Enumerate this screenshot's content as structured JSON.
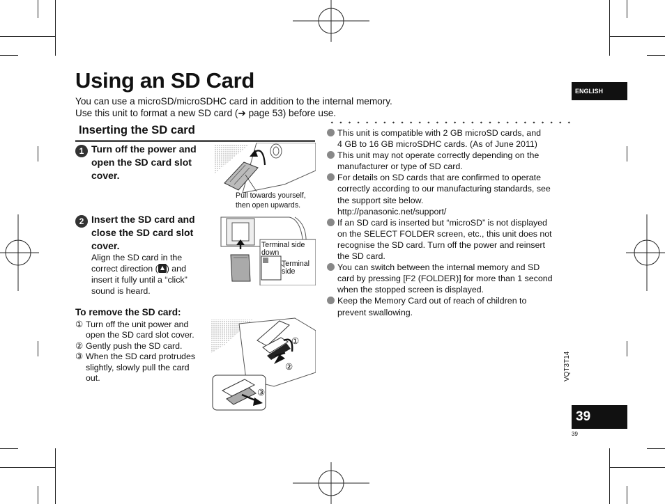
{
  "title": "Using an SD Card",
  "intro": [
    "You can use a microSD/microSDHC card in addition to the internal memory.",
    "Use this unit to format a new SD card (➔ page 53) before use."
  ],
  "section": {
    "title": "Inserting the SD card"
  },
  "step1": {
    "badge": "1",
    "heading": [
      "Turn off the power and",
      "open the SD card slot",
      "cover."
    ],
    "caption": [
      "Pull towards yourself,",
      "then open upwards."
    ]
  },
  "step2": {
    "badge": "2",
    "heading": [
      "Insert the SD card and",
      "close the SD card slot",
      "cover."
    ],
    "body": [
      "Align the SD card in the",
      "correct direction (",
      ") and",
      "insert it fully until a “click”",
      "sound is heard."
    ],
    "callout_top": [
      "Terminal side",
      "down"
    ],
    "callout_side": [
      "Terminal",
      "side"
    ]
  },
  "remove": {
    "heading": "To remove the SD card:",
    "items": [
      {
        "num": "①",
        "lines": [
          "Turn off the unit power and",
          "open the SD card slot cover."
        ]
      },
      {
        "num": "②",
        "lines": [
          "Gently push the SD card."
        ]
      },
      {
        "num": "③",
        "lines": [
          "When the SD card protrudes",
          "slightly, slowly pull the card",
          "out."
        ]
      }
    ],
    "markers": [
      "①",
      "②",
      "③"
    ]
  },
  "notes": [
    [
      "This unit is compatible with 2 GB microSD cards, and",
      "4 GB to 16 GB microSDHC cards. (As of June 2011)"
    ],
    [
      "This unit may not operate correctly depending on the",
      "manufacturer or type of SD card."
    ],
    [
      "For details on SD cards that are confirmed to operate",
      "correctly according to our manufacturing standards, see",
      "the support site below.",
      "http://panasonic.net/support/"
    ],
    [
      "If an SD card is inserted but “microSD” is not displayed",
      "on the SELECT FOLDER screen, etc., this unit does not",
      "recognise the SD card. Turn off the power and reinsert",
      "the SD card."
    ],
    [
      "You can switch between the internal memory and SD",
      "card by pressing [F2 (FOLDER)] for more than 1 second",
      "when the stopped screen is displayed."
    ],
    [
      "Keep the Memory Card out of reach of children to",
      "prevent swallowing."
    ]
  ],
  "side": {
    "language": "ENGLISH",
    "model": "VQT3T14",
    "page_number": "39",
    "footer_number": "39"
  },
  "icons": {
    "crop_marks": "registration-crosshair",
    "insert_direction": "up-triangle-icon"
  }
}
